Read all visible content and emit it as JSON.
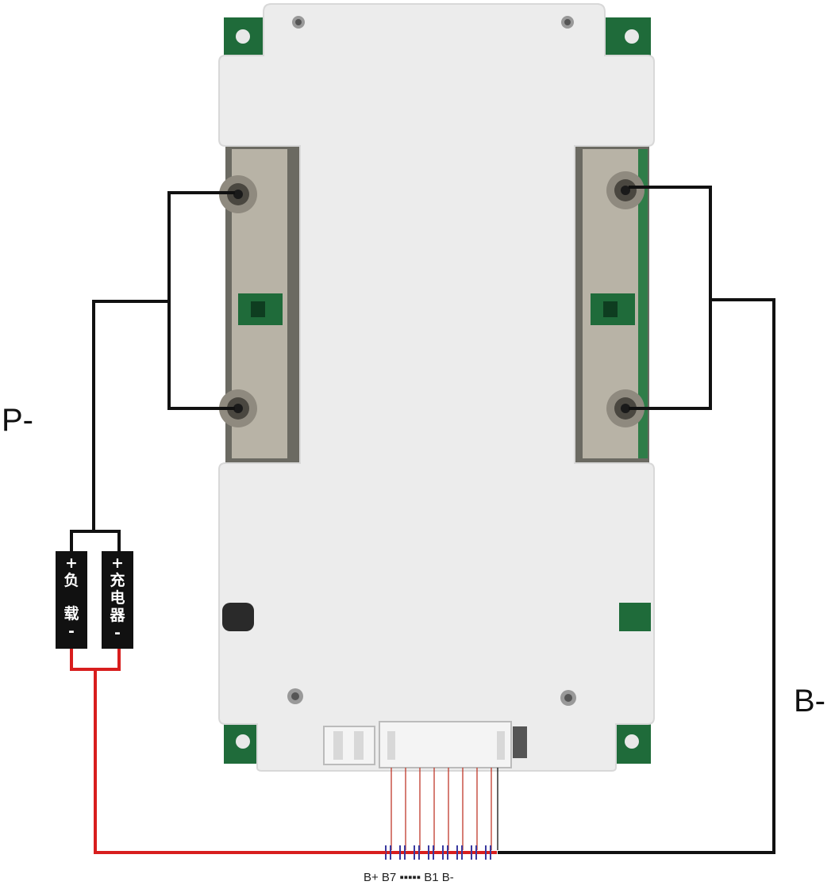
{
  "labels": {
    "p_minus": "P-",
    "b_minus": "B-",
    "balance_pins": "B+ B7 ▪▪▪▪▪ B1 B-"
  },
  "load_block": {
    "plus": "+",
    "chars": [
      "负",
      "载"
    ],
    "minus": "-"
  },
  "charger_block": {
    "plus": "+",
    "chars": [
      "充",
      "电",
      "器"
    ],
    "minus": "-"
  },
  "colors": {
    "board": "#ececec",
    "board_edge": "#d8d8d8",
    "pcb_green": "#1f6b3a",
    "metal": "#b8b3a6",
    "wire_black": "#111111",
    "wire_red": "#d81e1e",
    "balance_wire": "#c0392b"
  },
  "icons": [
    "screw-terminal-icon",
    "mounting-hole-icon",
    "connector-icon"
  ]
}
